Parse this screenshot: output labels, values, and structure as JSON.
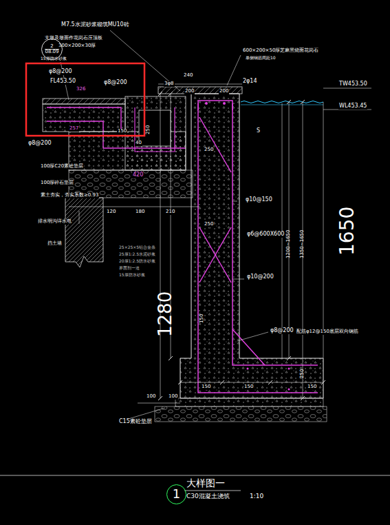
{
  "diagram": {
    "title": "大样图一",
    "nodes": [
      {
        "text": [
          "2",
          "08.09"
        ]
      },
      {
        "text": [
          "1"
        ]
      }
    ],
    "labels": [
      "M7.5水泥砂浆砌筑MU10砖",
      "支墩及墩面作花岗石压顶板",
      "300×200×30厚",
      "15厚防水砂浆",
      "φ8@200",
      "FL453.50",
      "326",
      "φ8@200",
      "3φ8",
      "240",
      "200",
      "200",
      "2φ14",
      "600×200×50厚芝麻黑烧面花岗石",
      "单侧钢筋间距10",
      "TW453.50",
      "WL453.45",
      "S",
      "φ8@200",
      "257",
      "250",
      "40",
      "150",
      "100厚C20素砼垫层",
      "100厚碎石垫层",
      "素土夯实，夯实系数≥0.93",
      "排水明沟详水电",
      "挡土墙",
      "420",
      "120",
      "180",
      "210",
      "250",
      "250",
      "φ10@150",
      "φ6@600X600",
      "φ10@200",
      "1200~1650",
      "1350~1650",
      "1650",
      "1280",
      "150",
      "φ8@200",
      "配筋φ12@150底层双向钢筋",
      "150",
      "150",
      "150",
      "250",
      "100",
      "100",
      "C15素砼垫层",
      "C30混凝土浇筑",
      "1:10",
      "25×25×5铝合金条",
      "25厚1:2.5水泥砂浆",
      "20厚1:2.5防水砂浆",
      "界面剂一道",
      "15厚防水砂浆"
    ]
  }
}
